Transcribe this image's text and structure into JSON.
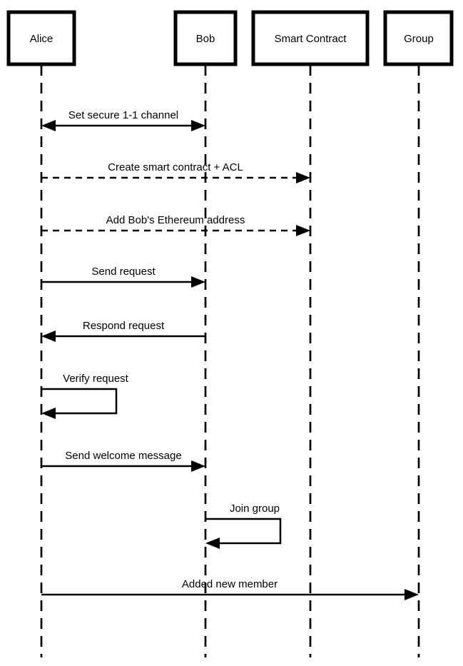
{
  "diagram": {
    "type": "sequence",
    "colors": {
      "background": "#ffffff",
      "line": "#000000",
      "text": "#000000",
      "actor_fill": "#ffffff"
    },
    "actors": [
      {
        "name": "Alice"
      },
      {
        "name": "Bob"
      },
      {
        "name": "Smart Contract"
      },
      {
        "name": "Group"
      }
    ],
    "messages": [
      {
        "label": "Set secure 1-1 channel",
        "from": "Alice",
        "to": "Bob",
        "line": "solid",
        "arrows": "both"
      },
      {
        "label": "Create smart contract + ACL",
        "from": "Alice",
        "to": "Smart Contract",
        "line": "dashed",
        "arrows": "end"
      },
      {
        "label": "Add Bob's Ethereum address",
        "from": "Alice",
        "to": "Smart Contract",
        "line": "dashed",
        "arrows": "end"
      },
      {
        "label": "Send request",
        "from": "Alice",
        "to": "Bob",
        "line": "solid",
        "arrows": "end"
      },
      {
        "label": "Respond request",
        "from": "Bob",
        "to": "Alice",
        "line": "solid",
        "arrows": "end"
      },
      {
        "label": "Verify request",
        "from": "Alice",
        "to": "Alice",
        "line": "solid",
        "arrows": "end",
        "self": true
      },
      {
        "label": "Send welcome message",
        "from": "Alice",
        "to": "Bob",
        "line": "solid",
        "arrows": "end"
      },
      {
        "label": "Join group",
        "from": "Bob",
        "to": "Bob",
        "line": "solid",
        "arrows": "end",
        "self": true
      },
      {
        "label": "Added new member",
        "from": "Alice",
        "to": "Group",
        "line": "solid",
        "arrows": "end"
      }
    ]
  }
}
